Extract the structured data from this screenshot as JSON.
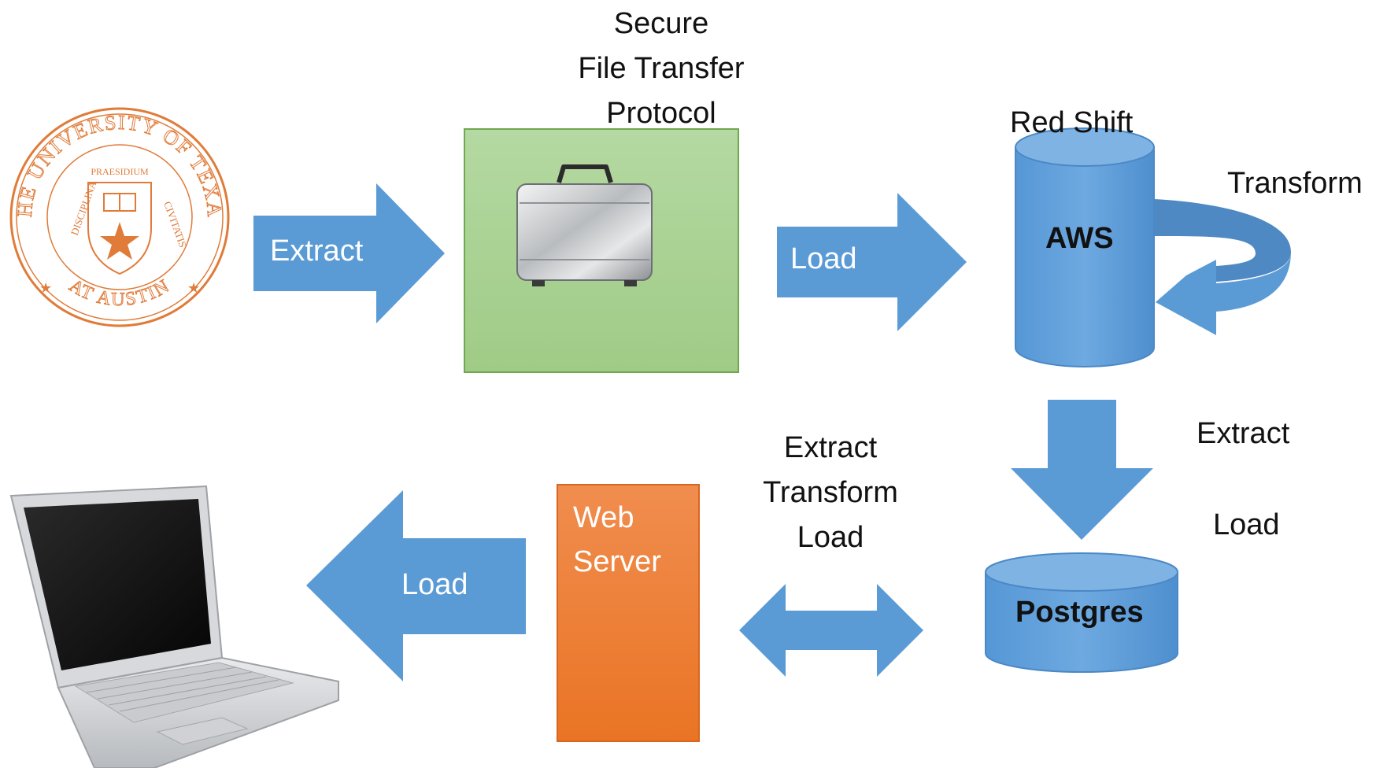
{
  "seal": {
    "outer_text": "THE UNIVERSITY OF TEXAS",
    "bottom_text": "AT AUSTIN",
    "left_text": "DISCIPLINA",
    "right_text": "CIVITATIS",
    "banner_text": "PRAESIDIUM",
    "color": "#e07b39"
  },
  "labels": {
    "extract_1": "Extract",
    "sftp_line1": "Secure",
    "sftp_line2": "File Transfer",
    "sftp_line3": "Protocol",
    "load_1": "Load",
    "redshift": "Red Shift",
    "aws": "AWS",
    "transform": "Transform",
    "extract_2": "Extract",
    "load_2": "Load",
    "etl_line1": "Extract",
    "etl_line2": "Transform",
    "etl_line3": "Load",
    "postgres": "Postgres",
    "web_line1": "Web",
    "web_line2": "Server",
    "load_3": "Load"
  },
  "colors": {
    "arrow_blue": "#5b9bd5",
    "sftp_box": "#a9d18e",
    "web_server_box": "#ed7d31",
    "cylinder": "#5b9bd5"
  }
}
